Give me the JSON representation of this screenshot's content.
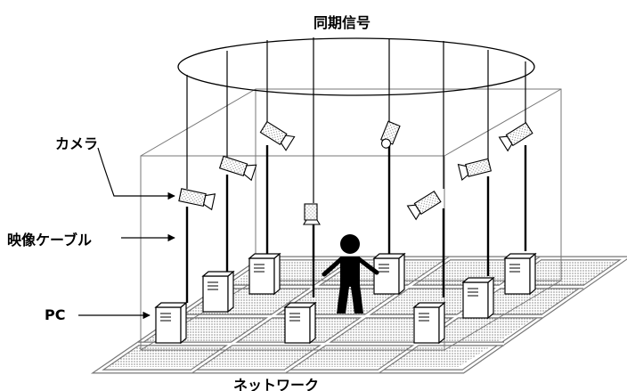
{
  "labels": {
    "sync_signal": "同期信号",
    "camera": "カメラ",
    "video_cable": "映像ケーブル",
    "pc": "PC",
    "network": "ネットワーク"
  },
  "colors": {
    "line": "#000000",
    "background": "#ffffff",
    "device_fill": "#ffffff"
  },
  "icons": [
    "camera-icon",
    "pc-icon",
    "person-icon"
  ]
}
